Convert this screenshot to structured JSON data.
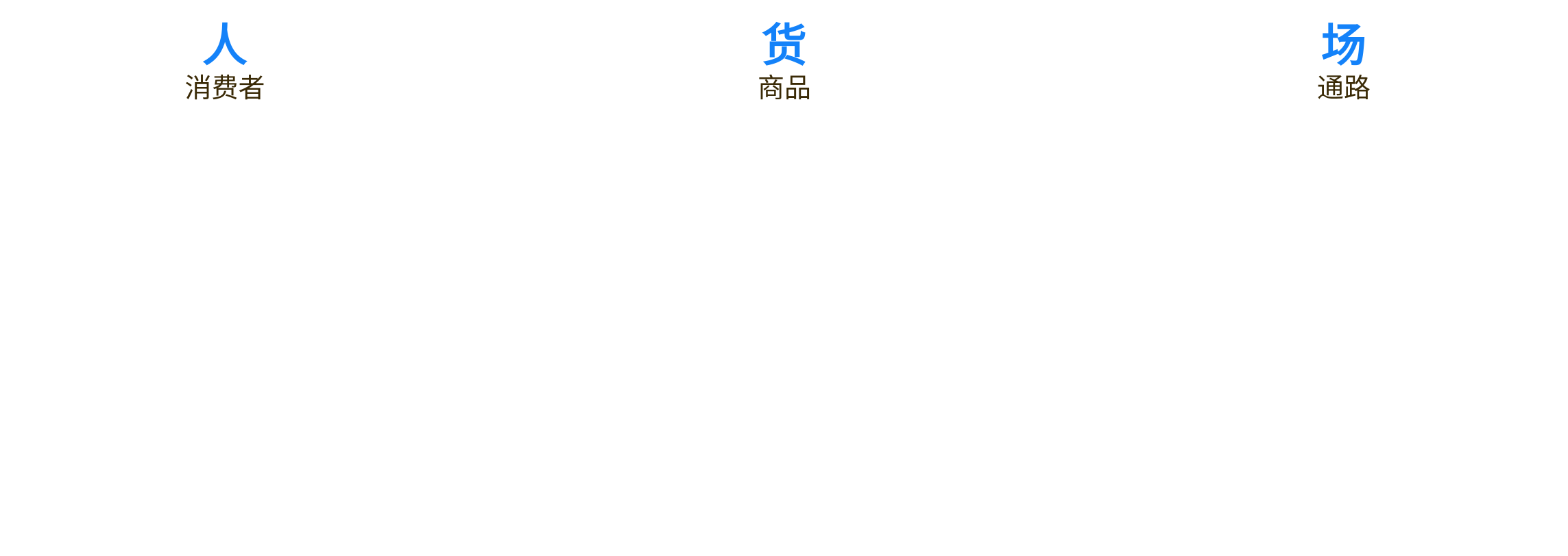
{
  "items": [
    {
      "title": "人",
      "label": "消费者"
    },
    {
      "title": "货",
      "label": "商品"
    },
    {
      "title": "场",
      "label": "通路"
    }
  ],
  "colors": {
    "title": "#1482f9",
    "label": "#3a2a06",
    "background": "#ffffff"
  }
}
